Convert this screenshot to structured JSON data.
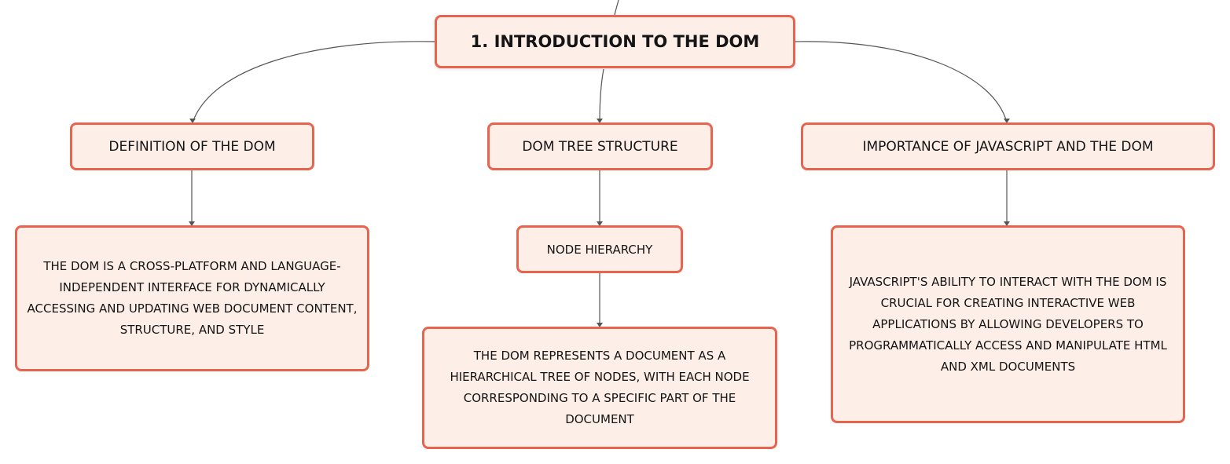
{
  "diagram": {
    "root": {
      "label": "1. INTRODUCTION TO THE DOM"
    },
    "branches": [
      {
        "label": "DEFINITION OF THE DOM",
        "detail": "THE DOM IS A CROSS-PLATFORM AND LANGUAGE-INDEPENDENT INTERFACE FOR DYNAMICALLY ACCESSING AND UPDATING WEB DOCUMENT CONTENT, STRUCTURE, AND STYLE"
      },
      {
        "label": "DOM TREE STRUCTURE",
        "child": {
          "label": "NODE HIERARCHY",
          "detail": "THE DOM REPRESENTS A DOCUMENT AS A HIERARCHICAL TREE OF NODES, WITH EACH NODE CORRESPONDING TO A SPECIFIC PART OF THE DOCUMENT"
        }
      },
      {
        "label": "IMPORTANCE OF JAVASCRIPT AND THE DOM",
        "detail": "JAVASCRIPT'S ABILITY TO INTERACT WITH THE DOM IS CRUCIAL FOR CREATING INTERACTIVE WEB APPLICATIONS BY ALLOWING DEVELOPERS TO PROGRAMMATICALLY ACCESS AND MANIPULATE HTML AND XML DOCUMENTS"
      }
    ],
    "colors": {
      "node_border": "#e8644f",
      "node_fill": "#fdeee8",
      "connector": "#555555",
      "text": "#141414"
    }
  }
}
